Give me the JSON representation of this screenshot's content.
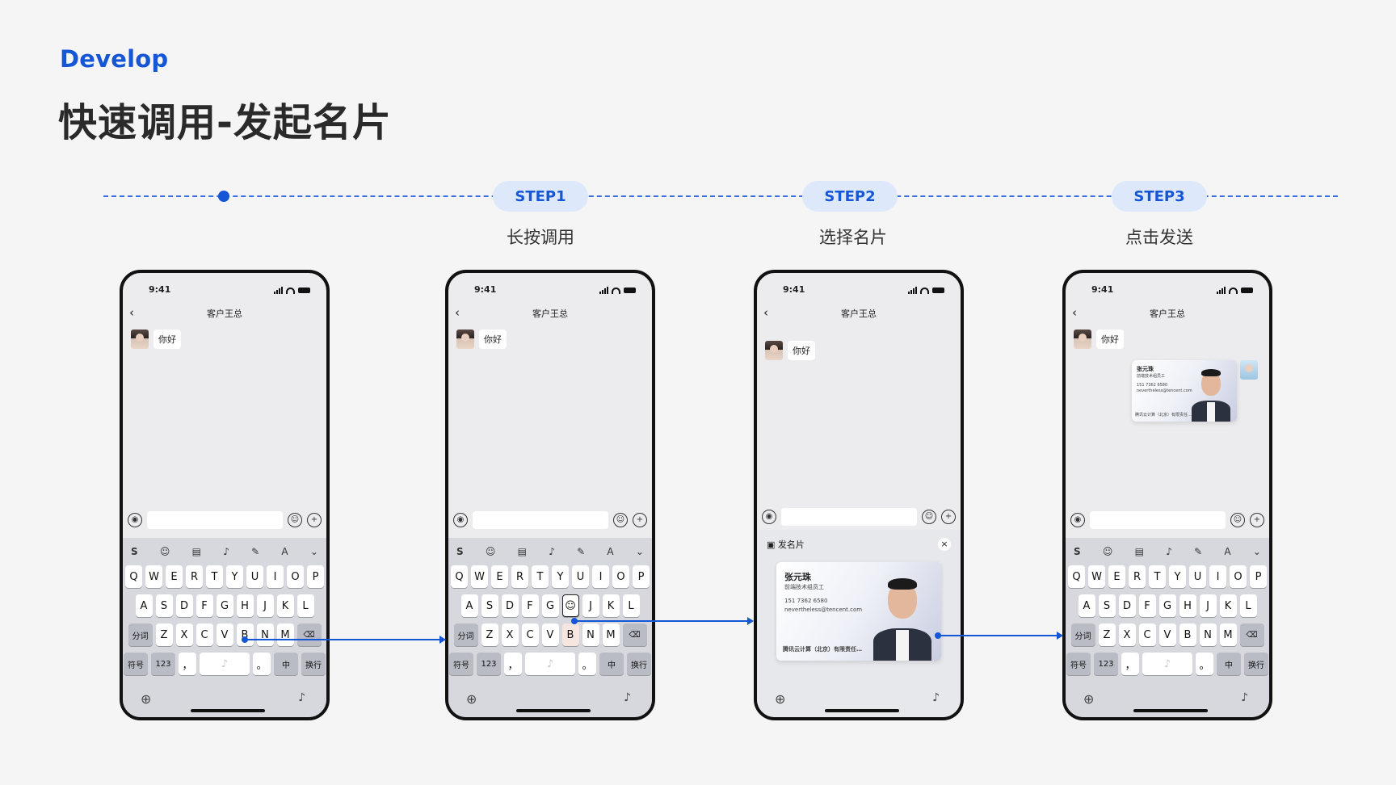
{
  "eyebrow": "Develop",
  "headline": "快速调用-发起名片",
  "steps": [
    {
      "label": "STEP1",
      "caption": "长按调用"
    },
    {
      "label": "STEP2",
      "caption": "选择名片"
    },
    {
      "label": "STEP3",
      "caption": "点击发送"
    }
  ],
  "phone": {
    "time": "9:41",
    "chat_title": "客户王总",
    "message": "你好"
  },
  "keyboard": {
    "row1": [
      "Q",
      "W",
      "E",
      "R",
      "T",
      "Y",
      "U",
      "I",
      "O",
      "P"
    ],
    "row2": [
      "A",
      "S",
      "D",
      "F",
      "G",
      "H",
      "J",
      "K",
      "L"
    ],
    "row3": [
      "Z",
      "X",
      "C",
      "V",
      "B",
      "N",
      "M"
    ],
    "fenci": "分词",
    "fuhao": "符号",
    "num": "123",
    "comma": "，",
    "period": "。",
    "zhong": "中",
    "enter": "换行"
  },
  "sheet": {
    "title": "发名片",
    "close": "×"
  },
  "card": {
    "name": "张元珠",
    "role": "前端技术组员工",
    "phone": "151 7362 6580",
    "email": "nevertheless@tencent.com",
    "company": "腾讯云计算（北京）有限责任…"
  },
  "colors": {
    "accent": "#1456d6",
    "pill_bg": "#dde8fb"
  }
}
